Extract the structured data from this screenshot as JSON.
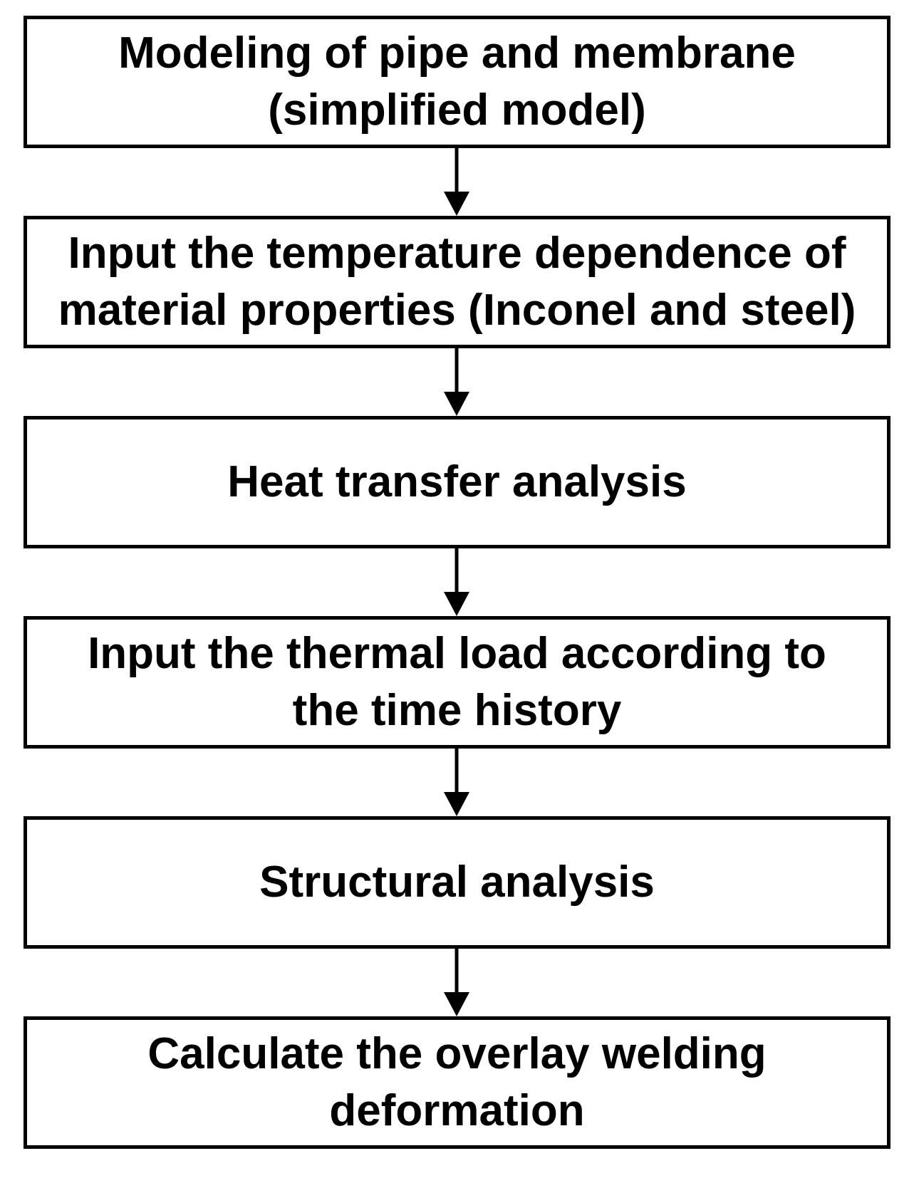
{
  "flowchart": {
    "steps": [
      {
        "lines": [
          "Modeling of pipe and membrane",
          "(simplified model)"
        ]
      },
      {
        "lines": [
          "Input the temperature dependence of",
          "material properties (Inconel and steel)"
        ]
      },
      {
        "lines": [
          "Heat transfer analysis"
        ]
      },
      {
        "lines": [
          "Input the thermal load according to",
          "the time history"
        ]
      },
      {
        "lines": [
          "Structural analysis"
        ]
      },
      {
        "lines": [
          "Calculate the overlay welding",
          "deformation"
        ]
      }
    ]
  }
}
